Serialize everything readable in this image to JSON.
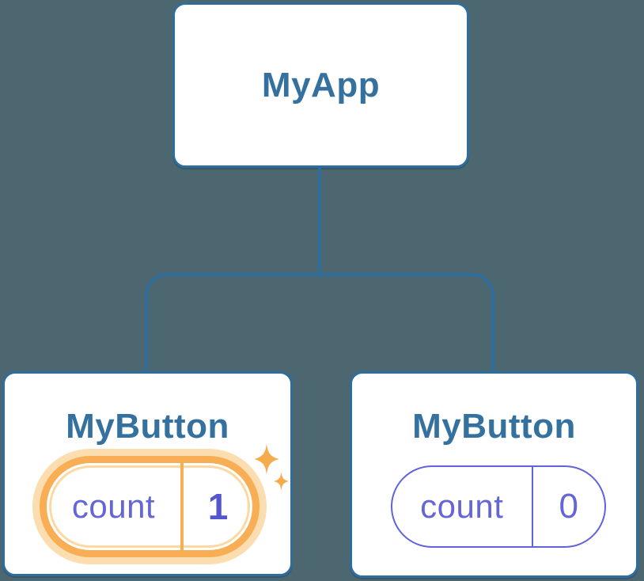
{
  "colors": {
    "background": "#4d6771",
    "connector_line": "#2e6d9c",
    "node_border": "#2e6d9c",
    "node_title_text": "#35719f",
    "state_text": "#6365d9",
    "state_value_bold": "#5356cd",
    "highlight_orange": "#f7ae54",
    "highlight_halo": "#fbddb0",
    "sparkle": "#f6ab4c"
  },
  "tree": {
    "root": {
      "label": "MyApp"
    },
    "children": [
      {
        "label": "MyButton",
        "state": {
          "name": "count",
          "value": "1"
        },
        "highlighted": true,
        "icon": "sparkles-icon"
      },
      {
        "label": "MyButton",
        "state": {
          "name": "count",
          "value": "0"
        },
        "highlighted": false
      }
    ]
  }
}
